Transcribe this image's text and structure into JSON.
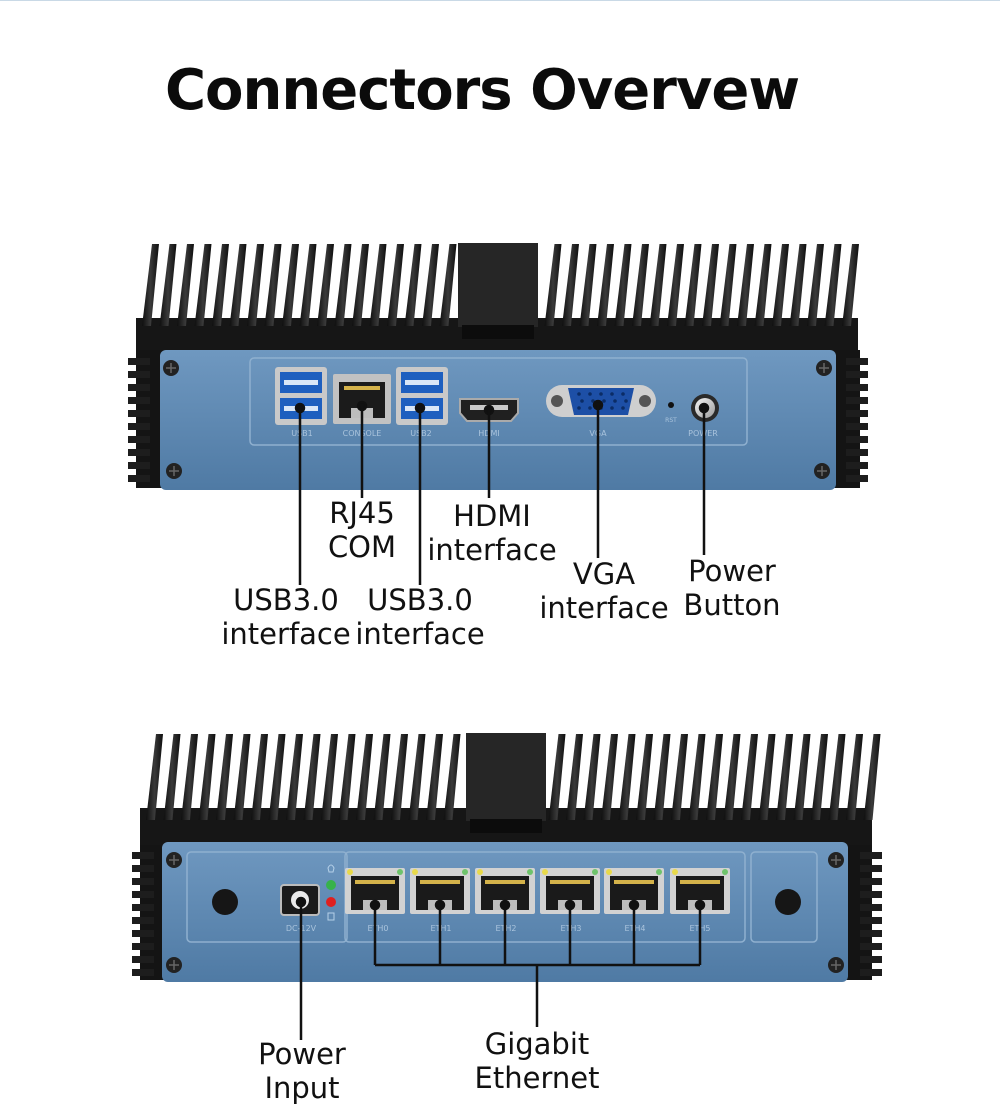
{
  "title": "Connectors Overvew",
  "colors": {
    "panel": "#5b86b0",
    "fins": "#1b1b1b",
    "label_text": "#111111"
  },
  "front_panel": {
    "labels": {
      "usb1": [
        "USB3.0",
        "interface"
      ],
      "rj45": [
        "RJ45",
        "COM"
      ],
      "usb2": [
        "USB3.0",
        "interface"
      ],
      "hdmi": [
        "HDMI",
        "interface"
      ],
      "vga": [
        "VGA",
        "interface"
      ],
      "power_button": [
        "Power",
        "Button"
      ]
    },
    "silkscreen": {
      "usb1": "USB1",
      "console": "CONSOLE",
      "usb2": "USB2",
      "hdmi": "HDMI",
      "vga": "VGA",
      "rst": "RST",
      "power": "POWER"
    }
  },
  "rear_panel": {
    "labels": {
      "power_input": [
        "Power",
        "Input"
      ],
      "ethernet": [
        "Gigabit",
        "Ethernet"
      ]
    },
    "silkscreen": {
      "dc": "DC-12V",
      "eth": [
        "ETH0",
        "ETH1",
        "ETH2",
        "ETH3",
        "ETH4",
        "ETH5"
      ]
    }
  }
}
